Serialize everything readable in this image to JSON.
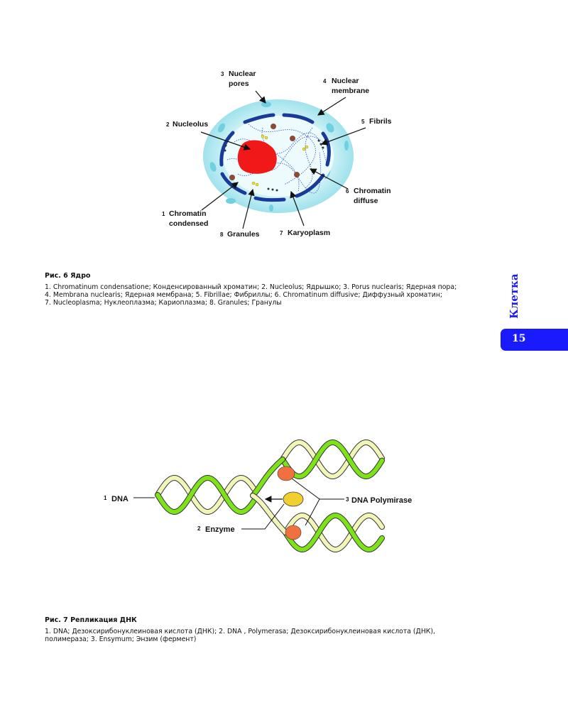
{
  "figure6": {
    "labels": {
      "pores_num": "3",
      "pores_1": "Nuclear",
      "pores_2": "pores",
      "membrane_num": "4",
      "membrane_1": "Nuclear",
      "membrane_2": "membrane",
      "nucleolus_num": "2",
      "nucleolus": "Nucleolus",
      "fibrils_num": "5",
      "fibrils": "Fibrils",
      "diffuse_num": "6",
      "diffuse_1": "Chromatin",
      "diffuse_2": "diffuse",
      "condensed_num": "1",
      "condensed_1": "Chromatin",
      "condensed_2": "condensed",
      "granules_num": "8",
      "granules": "Granules",
      "karyo_num": "7",
      "karyo": "Karyoplasm"
    },
    "caption_title": "Рис. 6 Ядро",
    "caption_lines": [
      "1. Chromatinum condensatione; Конденсированный хроматин; 2. Nucleolus; Ядрышко; 3. Porus nuclearis; Ядерная пора;",
      "4. Membrana nuclearis; Ядерная мембрана; 5. Fibrillae; Фибриллы; 6. Chromatinum diffusive; Диффузный хроматин;",
      "7. Nucleoplasma; Нуклеоплазма; Кариоплазма; 8. Granules; Гранулы"
    ]
  },
  "figure7": {
    "labels": {
      "dna_num": "1",
      "dna": "DNA",
      "enzyme_num": "2",
      "enzyme": "Enzyme",
      "polymerase_num": "3",
      "polymerase": "DNA Polymirase"
    },
    "caption_title": "Рис. 7 Репликация ДНК",
    "caption_lines": [
      "1. DNA; Дезоксирибонуклеиновая кислота (ДНК); 2. DNA , Polymerasa; Дезоксирибонуклеиновая кислота (ДНК),",
      "полимераза; 3. Ensymum; Энзим (фермент)"
    ]
  },
  "side_tab": {
    "chapter": "Клетка",
    "page_number": "15"
  },
  "colors": {
    "accent": "#1a1aff",
    "membrane": "#1a3a9a",
    "nucleolus": "#f01818",
    "cytoplasm": "#a8e6ee",
    "green_strand": "#7ee21a",
    "pale_strand": "#f2f5b8",
    "polymerase": "#f07040",
    "enzyme": "#f0d030"
  }
}
